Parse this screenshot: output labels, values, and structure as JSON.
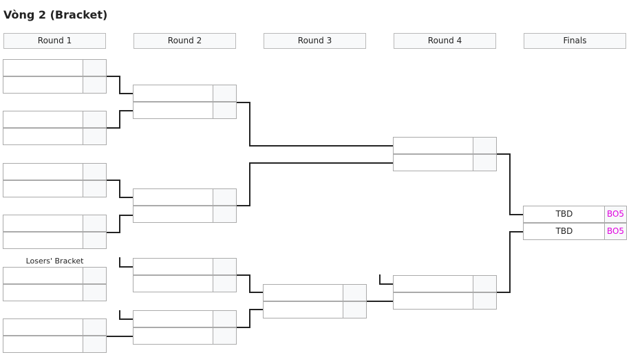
{
  "title": "Vòng 2 (Bracket)",
  "rounds": [
    "Round 1",
    "Round 2",
    "Round 3",
    "Round 4",
    "Finals"
  ],
  "losers_caption": "Losers' Bracket",
  "finals": {
    "top": {
      "name": "TBD",
      "score": "BO5"
    },
    "bottom": {
      "name": "TBD",
      "score": "BO5"
    }
  },
  "colors": {
    "score_text": "#e000e0",
    "border": "#aaaaaa",
    "header_bg": "#f8f9fa"
  }
}
